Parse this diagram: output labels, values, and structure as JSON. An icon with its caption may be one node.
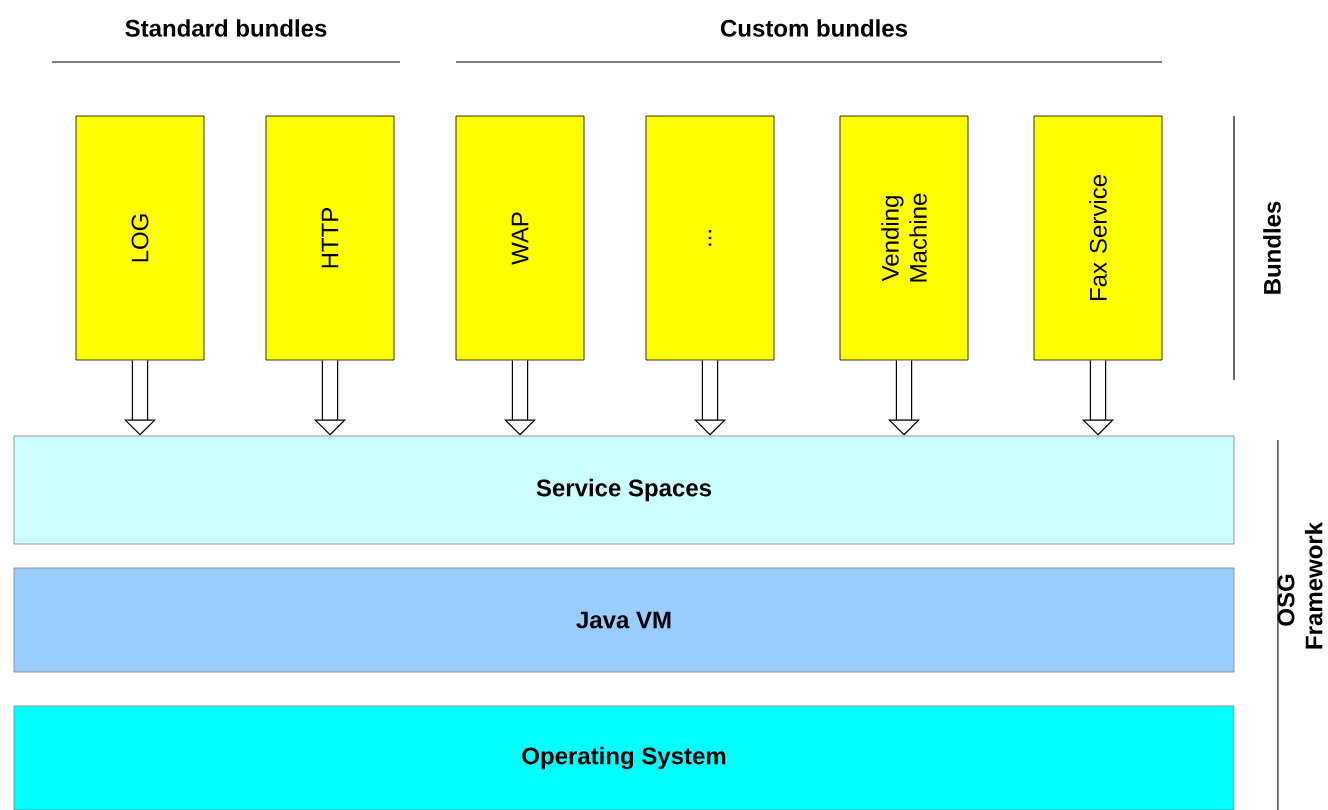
{
  "diagram": {
    "nodes": [
      {
        "text": [
          "LOG"
        ]
      },
      {
        "text": [
          "HTTP"
        ]
      },
      {
        "text": [
          "WAP"
        ]
      },
      {
        "text": [
          "..."
        ]
      },
      {
        "text": [
          "Vending Machine"
        ]
      },
      {
        "text": [
          "Fax Service"
        ]
      },
      {
        "text": [
          "Service Spaces"
        ]
      },
      {
        "text": [
          "Java VM"
        ]
      },
      {
        "text": [
          "Operating System"
        ]
      }
    ],
    "edges": [
      {
        "from": 0,
        "to": 6,
        "arrow": "to"
      },
      {
        "from": 1,
        "to": 6,
        "arrow": "to"
      },
      {
        "from": 2,
        "to": 6,
        "arrow": "to"
      },
      {
        "from": 3,
        "to": 6,
        "arrow": "to"
      },
      {
        "from": 4,
        "to": 6,
        "arrow": "to"
      },
      {
        "from": 5,
        "to": 6,
        "arrow": "to"
      }
    ],
    "labels": [
      "Standard bundles",
      "Custom bundles",
      "Bundles",
      "OSG Framework"
    ]
  }
}
